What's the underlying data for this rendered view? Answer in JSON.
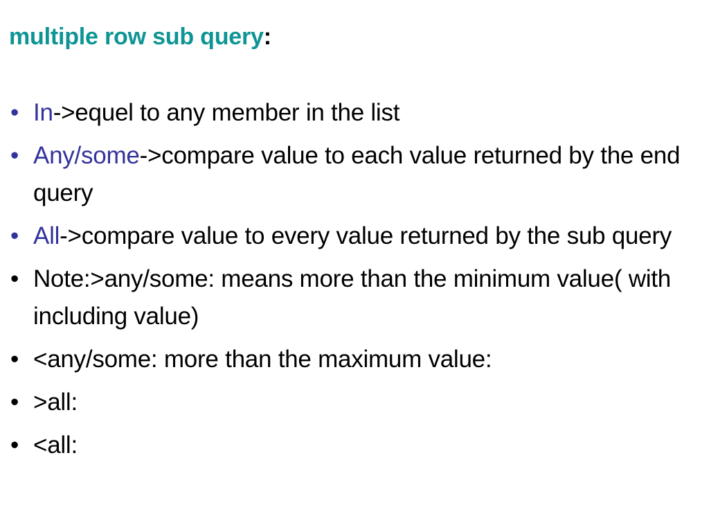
{
  "slide": {
    "title": {
      "main": "multiple row sub query",
      "colon": ":",
      "color": "#0e9494"
    },
    "colors": {
      "title_teal": "#0e9494",
      "keyword_blue": "#33339c",
      "body_black": "#000000",
      "background": "#ffffff"
    },
    "bullet_glyph": "•",
    "bullets": [
      {
        "keyword": "In",
        "rest": "->equel to any member in the list",
        "marker_color": "#33339c",
        "full_text": "In->equel to any member in the list"
      },
      {
        "keyword": "Any/some",
        "rest": "->compare value to each value returned by the end query",
        "marker_color": "#33339c",
        "full_text": "Any/some->compare value to each value returned by the end query"
      },
      {
        "keyword": "All",
        "rest": "->compare value to every value returned by the sub query",
        "marker_color": "#33339c",
        "full_text": "All->compare value to every value returned by the sub query"
      },
      {
        "keyword": "",
        "rest": "Note:>any/some: means more than the minimum value( with including value)",
        "marker_color": "#000000",
        "full_text": "Note:>any/some: means more than the minimum value( with including value)"
      },
      {
        "keyword": "",
        "rest": "<any/some: more than the maximum value:",
        "marker_color": "#000000",
        "full_text": "<any/some: more than the maximum value:"
      },
      {
        "keyword": "",
        "rest": ">all:",
        "marker_color": "#000000",
        "full_text": ">all:"
      },
      {
        "keyword": "",
        "rest": "<all:",
        "marker_color": "#000000",
        "full_text": "<all:"
      }
    ]
  }
}
